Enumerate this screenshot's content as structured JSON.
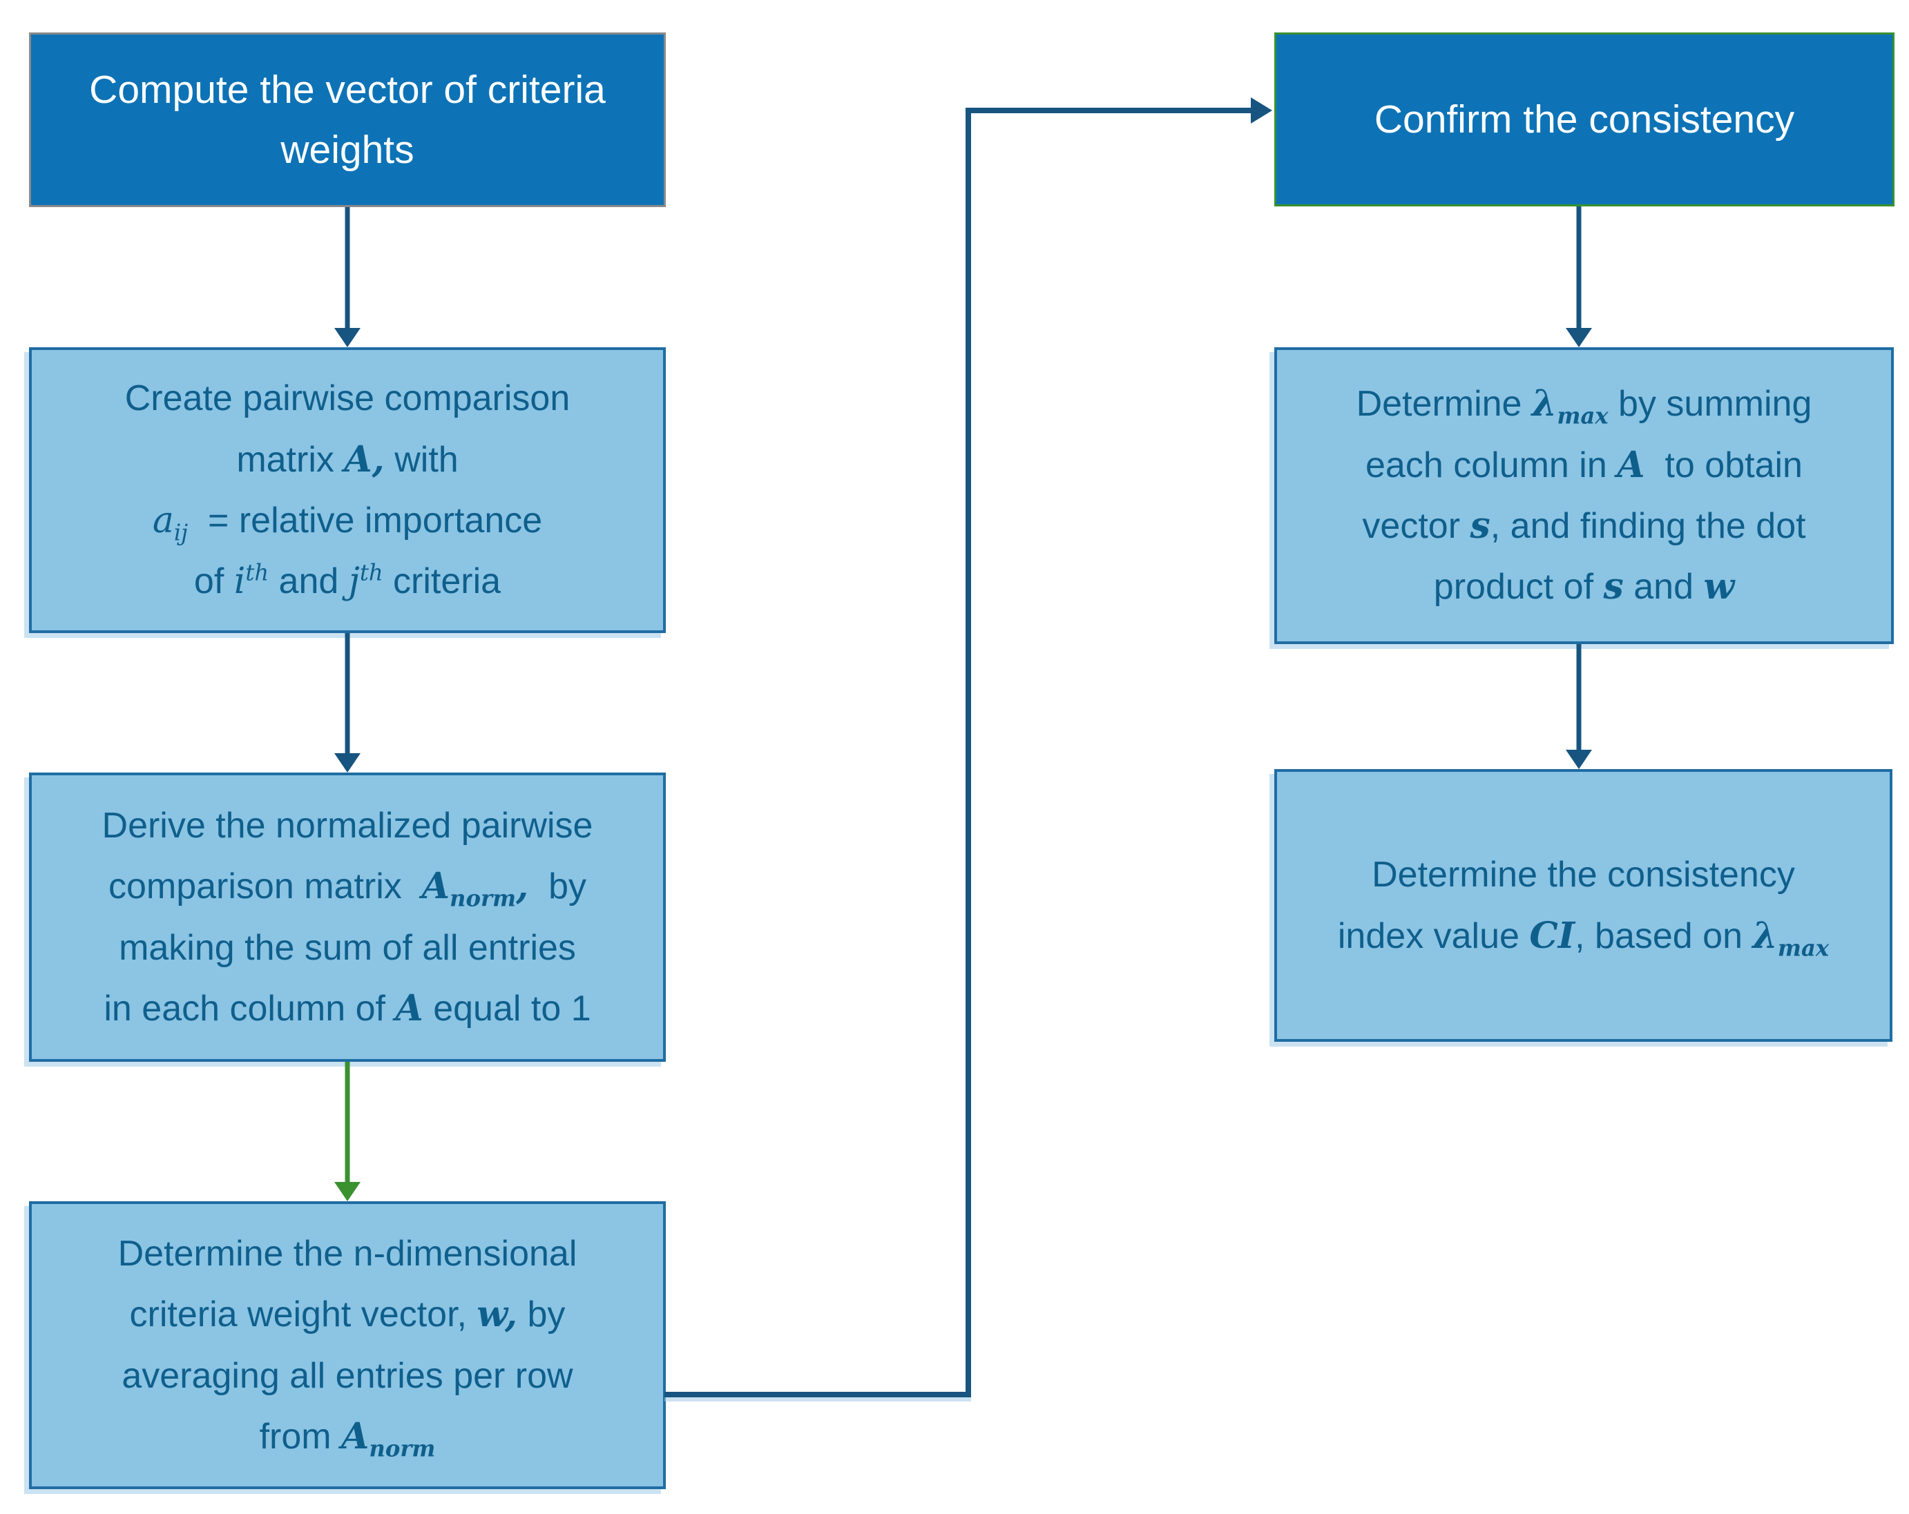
{
  "diagram_title": "AHP criteria weighting and consistency flowchart",
  "colors": {
    "dark-fill": "#0d73b6",
    "light-fill": "#8cc4e4",
    "light-border": "#1f6da3",
    "gray-border": "#8a8a8a",
    "green": "#3a9130",
    "navy": "#175480",
    "text": "#0f5f8c",
    "white-text": "#ffffff"
  },
  "boxes": {
    "compute": {
      "kind": "dark",
      "lines": [
        [
          {
            "t": "Compute the vector of criteria"
          }
        ],
        [
          {
            "t": "weights"
          }
        ]
      ]
    },
    "create": {
      "kind": "light",
      "lines": [
        [
          {
            "t": "Create pairwise comparison"
          }
        ],
        [
          {
            "t": "matrix "
          },
          {
            "t": "A,",
            "s": "mb"
          },
          {
            "t": " with"
          }
        ],
        [
          {
            "t": "a",
            "s": "m",
            "sub": "ij"
          },
          {
            "t": "  = relative importance"
          }
        ],
        [
          {
            "t": "of "
          },
          {
            "t": "i",
            "s": "m",
            "sup": "th"
          },
          {
            "t": " and "
          },
          {
            "t": "j",
            "s": "m",
            "sup": "th"
          },
          {
            "t": " criteria"
          }
        ]
      ]
    },
    "normalize": {
      "kind": "light",
      "lines": [
        [
          {
            "t": "Derive the normalized pairwise"
          }
        ],
        [
          {
            "t": "comparison matrix  "
          },
          {
            "t": "A",
            "s": "mb",
            "sub": "norm"
          },
          {
            "t": ",",
            "s": "mb"
          },
          {
            "t": "  by"
          }
        ],
        [
          {
            "t": "making the sum of all entries"
          }
        ],
        [
          {
            "t": "in each column of "
          },
          {
            "t": "A",
            "s": "mb"
          },
          {
            "t": " equal to 1"
          }
        ]
      ]
    },
    "weights": {
      "kind": "light",
      "lines": [
        [
          {
            "t": "Determine the n-dimensional"
          }
        ],
        [
          {
            "t": "criteria weight vector, "
          },
          {
            "t": "w,",
            "s": "mb"
          },
          {
            "t": " by"
          }
        ],
        [
          {
            "t": "averaging all entries per row"
          }
        ],
        [
          {
            "t": "from "
          },
          {
            "t": "A",
            "s": "mb",
            "sub": "norm"
          }
        ]
      ]
    },
    "confirm": {
      "kind": "dark",
      "lines": [
        [
          {
            "t": "Confirm the consistency"
          }
        ]
      ]
    },
    "lambda": {
      "kind": "light",
      "lines": [
        [
          {
            "t": "Determine "
          },
          {
            "t": "λ",
            "s": "mb",
            "sub": "max"
          },
          {
            "t": " by summing"
          }
        ],
        [
          {
            "t": "each column in "
          },
          {
            "t": "A",
            "s": "mb"
          },
          {
            "t": "  to obtain"
          }
        ],
        [
          {
            "t": "vector "
          },
          {
            "t": "s",
            "s": "mb"
          },
          {
            "t": ", and finding the dot"
          }
        ],
        [
          {
            "t": "product of "
          },
          {
            "t": "s",
            "s": "mb"
          },
          {
            "t": " and "
          },
          {
            "t": "w",
            "s": "mb"
          }
        ]
      ]
    },
    "ci": {
      "kind": "light",
      "lines": [
        [
          {
            "t": "Determine the consistency"
          }
        ],
        [
          {
            "t": "index value "
          },
          {
            "t": "CI",
            "s": "mb"
          },
          {
            "t": ", based on "
          },
          {
            "t": "λ",
            "s": "mb",
            "sub": "max"
          }
        ]
      ]
    }
  }
}
